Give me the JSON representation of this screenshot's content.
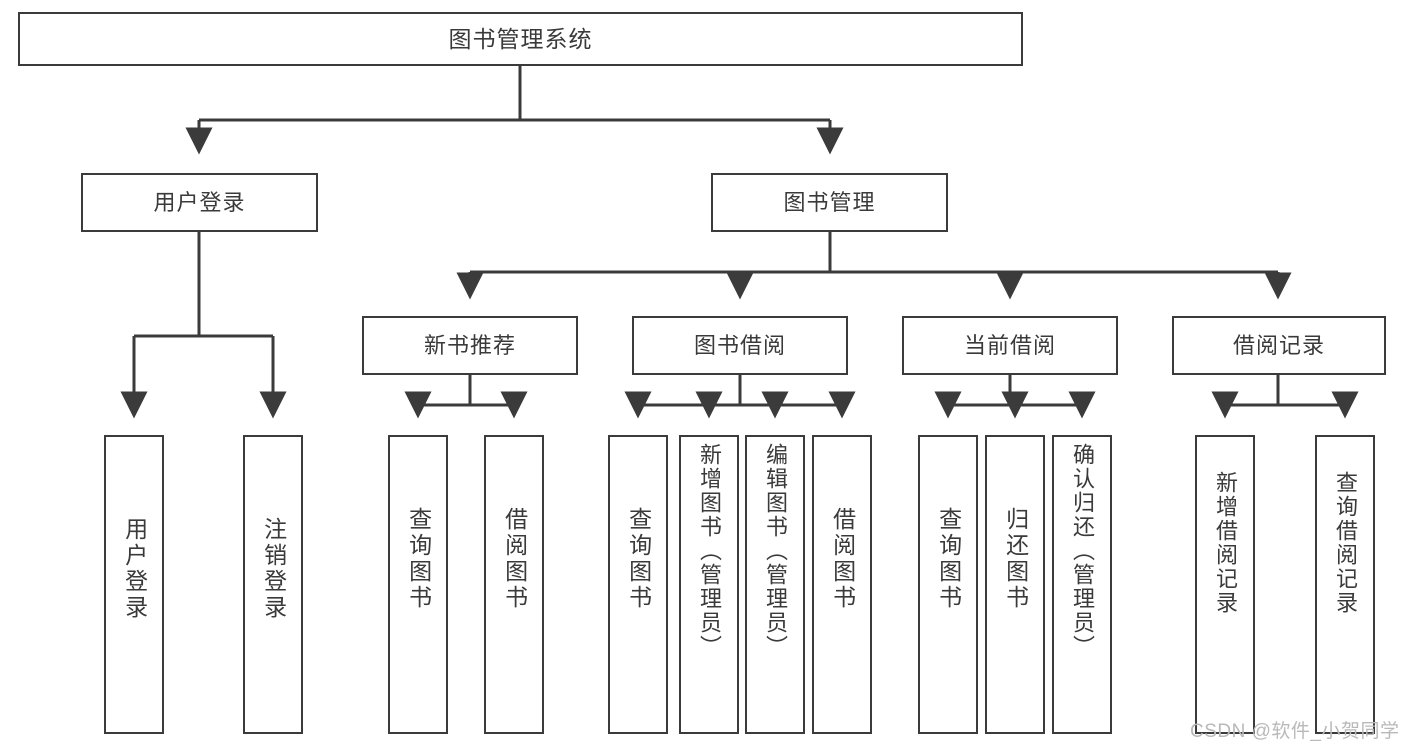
{
  "diagram": {
    "title": "图书管理系统",
    "type": "tree-hierarchy",
    "root": {
      "label": "图书管理系统"
    },
    "level1": [
      {
        "id": "user-login",
        "label": "用户登录"
      },
      {
        "id": "book-management",
        "label": "图书管理"
      }
    ],
    "level2": [
      {
        "id": "new-book-recommend",
        "label": "新书推荐",
        "parent": "book-management"
      },
      {
        "id": "book-borrow",
        "label": "图书借阅",
        "parent": "book-management"
      },
      {
        "id": "current-borrow",
        "label": "当前借阅",
        "parent": "book-management"
      },
      {
        "id": "borrow-record",
        "label": "借阅记录",
        "parent": "book-management"
      }
    ],
    "leaves": [
      {
        "id": "leaf-user-login",
        "label": "用户登录",
        "parent": "user-login"
      },
      {
        "id": "leaf-user-logout",
        "label": "注销登录",
        "parent": "user-login"
      },
      {
        "id": "leaf-query-book-1",
        "label": "查询图书",
        "parent": "new-book-recommend"
      },
      {
        "id": "leaf-borrow-book-1",
        "label": "借阅图书",
        "parent": "new-book-recommend"
      },
      {
        "id": "leaf-query-book-2",
        "label": "查询图书",
        "parent": "book-borrow"
      },
      {
        "id": "leaf-add-book",
        "label": "新增图书（管理员）",
        "parent": "book-borrow"
      },
      {
        "id": "leaf-edit-book",
        "label": "编辑图书（管理员）",
        "parent": "book-borrow"
      },
      {
        "id": "leaf-borrow-book-2",
        "label": "借阅图书",
        "parent": "book-borrow"
      },
      {
        "id": "leaf-query-book-3",
        "label": "查询图书",
        "parent": "current-borrow"
      },
      {
        "id": "leaf-return-book",
        "label": "归还图书",
        "parent": "current-borrow"
      },
      {
        "id": "leaf-confirm-return",
        "label": "确认归还（管理员）",
        "parent": "current-borrow"
      },
      {
        "id": "leaf-add-record",
        "label": "新增借阅记录",
        "parent": "borrow-record"
      },
      {
        "id": "leaf-query-record",
        "label": "查询借阅记录",
        "parent": "borrow-record"
      }
    ]
  },
  "watermark": {
    "text": "CSDN @软件_小贺同学"
  },
  "colors": {
    "stroke": "#3b3b3b",
    "text": "#3a3a3a",
    "background": "#ffffff",
    "watermark": "#b9b9b9"
  }
}
